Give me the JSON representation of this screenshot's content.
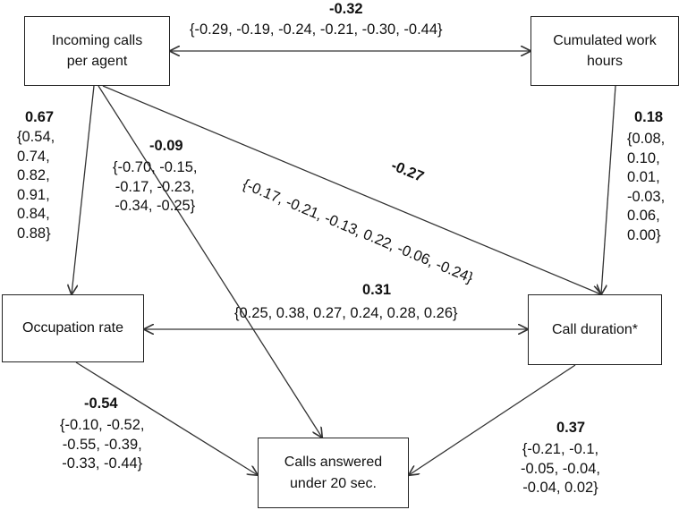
{
  "nodes": {
    "incoming": "Incoming calls per agent",
    "cumulated": "Cumulated work hours",
    "occupation": "Occupation rate",
    "duration": "Call duration*",
    "answered": "Calls answered under 20 sec."
  },
  "edges": {
    "incoming_cumulated": {
      "coef": "-0.32",
      "values": "{-0.29, -0.19, -0.24, -0.21, -0.30, -0.44}"
    },
    "incoming_occupation": {
      "coef": "0.67",
      "values": [
        "{0.54,",
        "0.74,",
        "0.82,",
        "0.91,",
        "0.84,",
        "0.88}"
      ]
    },
    "incoming_answered": {
      "coef": "-0.09",
      "values": [
        "{-0.70, -0.15,",
        "-0.17, -0.23,",
        "-0.34, -0.25}"
      ]
    },
    "incoming_duration": {
      "coef": "-0.27",
      "values": "{-0.17, -0.21, -0.13, 0.22, -0.06, -0.24}"
    },
    "cumulated_duration": {
      "coef": "0.18",
      "values": [
        "{0.08,",
        "0.10,",
        "0.01,",
        "-0.03,",
        "0.06,",
        "0.00}"
      ]
    },
    "occupation_duration": {
      "coef": "0.31",
      "values": "{0.25, 0.38, 0.27, 0.24, 0.28, 0.26}"
    },
    "occupation_answered": {
      "coef": "-0.54",
      "values": [
        "{-0.10, -0.52,",
        "-0.55, -0.39,",
        "-0.33, -0.44}"
      ]
    },
    "duration_answered": {
      "coef": "0.37",
      "values": [
        "{-0.21, -0.1,",
        "-0.05, -0.04,",
        "-0.04, 0.02}"
      ]
    }
  },
  "colors": {
    "line": "#333333",
    "text": "#111111"
  }
}
